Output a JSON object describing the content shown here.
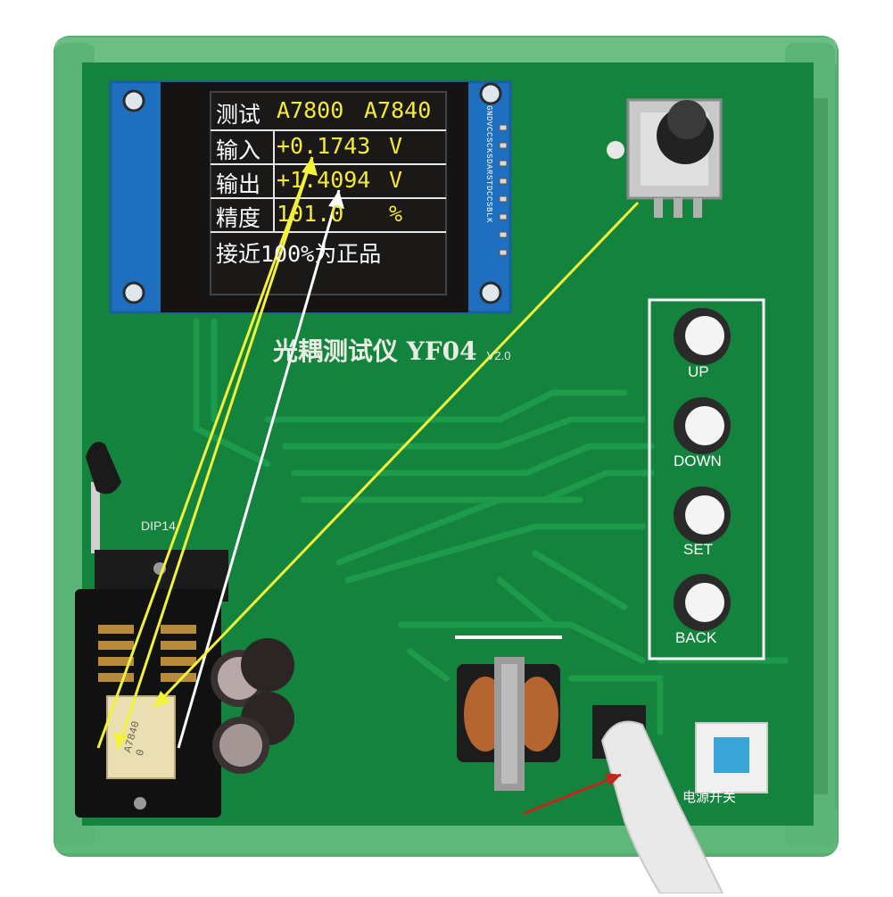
{
  "lcd": {
    "row1_label": "测试",
    "row1_model_a": "A7800",
    "row1_model_b": "A7840",
    "input_label": "输入",
    "input_value": "+0.1743",
    "input_unit": "V",
    "output_label": "输出",
    "output_value": "+1.4094",
    "output_unit": "V",
    "accuracy_label": "精度",
    "accuracy_value": "101.0",
    "accuracy_unit": "%",
    "note": "接近100%为正品"
  },
  "board": {
    "title": "光耦测试仪 YF04",
    "version": "V2.0",
    "socket_label": "DIP14",
    "power_label": "电源开关",
    "pin_labels": "GNDVCCSCKSDARSTDCCSBLK",
    "chip_text_1": "A7840",
    "chip_text_2": "0"
  },
  "buttons": [
    {
      "label": "UP"
    },
    {
      "label": "DOWN"
    },
    {
      "label": "SET"
    },
    {
      "label": "BACK"
    }
  ],
  "colors": {
    "enclosure": "#4fa86a",
    "pcb": "#12823c",
    "lcd_bg": "#1b1917",
    "lcd_text": "#f3ea3a",
    "annotation_yellow": "#f2f23a",
    "annotation_white": "#ffffff",
    "annotation_red": "#c0281e"
  }
}
